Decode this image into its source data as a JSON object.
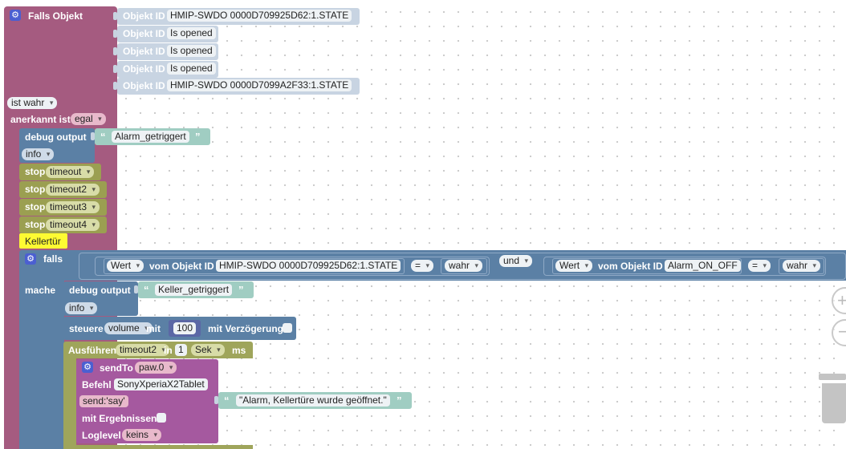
{
  "falls_objekt": {
    "title": "Falls Objekt",
    "objekt_label": "Objekt ID",
    "ids": [
      "HMIP-SWDO 0000D709925D62:1.STATE",
      "Is opened",
      "Is opened",
      "Is opened",
      "HMIP-SWDO 0000D7099A2F33:1.STATE"
    ],
    "ist_label": "ist wahr",
    "anerkannt_label": "anerkannt ist",
    "anerkannt_value": "egal"
  },
  "debug1": {
    "label": "debug output",
    "text": "Alarm_getriggert",
    "level": "info"
  },
  "stops": {
    "label": "stop",
    "items": [
      "timeout",
      "timeout2",
      "timeout3",
      "timeout4"
    ]
  },
  "comment": "Kellertür",
  "falls": {
    "label": "falls",
    "mache_label": "mache",
    "cond1": {
      "prop": "Wert",
      "vom_label": "vom Objekt ID",
      "objekt": "HMIP-SWDO 0000D709925D62:1.STATE",
      "op": "=",
      "value": "wahr"
    },
    "und_label": "und",
    "cond2": {
      "prop": "Wert",
      "vom_label": "vom Objekt ID",
      "objekt": "Alarm_ON_OFF",
      "op": "=",
      "value": "wahr"
    }
  },
  "debug2": {
    "label": "debug output",
    "text": "Keller_getriggert",
    "level": "info"
  },
  "steuere": {
    "label": "steuere",
    "var": "volume",
    "mit_label": "mit",
    "value": "100",
    "delay_label": "mit Verzögerung"
  },
  "ausfuehren": {
    "label": "Ausführen",
    "timer": "timeout2",
    "in_label": "in",
    "amount": "1",
    "unit": "Sek",
    "ms_label": "ms"
  },
  "sendto": {
    "label": "sendTo",
    "instance": "paw.0",
    "befehl_label": "Befehl",
    "befehl_value": "SonyXperiaX2Tablet",
    "send_label": "send:'say'",
    "message": "\"Alarm, Kellertüre wurde geöffnet.\"",
    "ergebnisse_label": "mit Ergebnissen",
    "loglevel_label": "Loglevel",
    "loglevel_value": "keins"
  },
  "colors": {
    "event": "#a55b80",
    "objekt": "#c8d4e2",
    "debug": "#5b80a5",
    "stop": "#9b9f51",
    "logic": "#5b80a5",
    "exec": "#9fa55b",
    "sendto": "#a5599f",
    "text": "#a0cdc2",
    "comment": "#fefb32"
  }
}
